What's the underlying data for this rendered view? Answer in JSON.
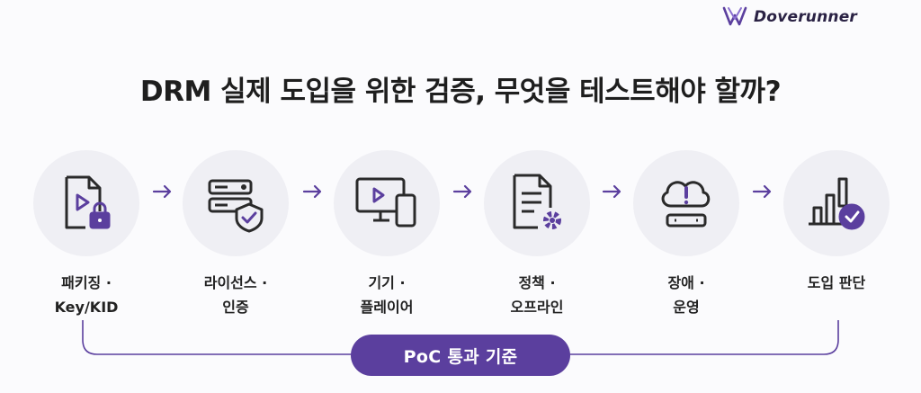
{
  "brand": {
    "name": "Doverunner",
    "accent": "#5b3f9e"
  },
  "title": "DRM 실제 도입을 위한 검증, 무엇을 테스트해야 할까?",
  "steps": [
    {
      "line1": "패키징 ·",
      "line2": "Key/KID",
      "icon": "video-file-lock-icon"
    },
    {
      "line1": "라이선스 ·",
      "line2": "인증",
      "icon": "server-shield-icon"
    },
    {
      "line1": "기기 ·",
      "line2": "플레이어",
      "icon": "devices-icon"
    },
    {
      "line1": "정책 ·",
      "line2": "오프라인",
      "icon": "document-gear-icon"
    },
    {
      "line1": "장애 ·",
      "line2": "운영",
      "icon": "cloud-alert-server-icon"
    },
    {
      "line1": "도입 판단",
      "line2": "",
      "icon": "bar-chart-check-icon"
    }
  ],
  "footer": {
    "pill_label": "PoC 통과 기준"
  }
}
